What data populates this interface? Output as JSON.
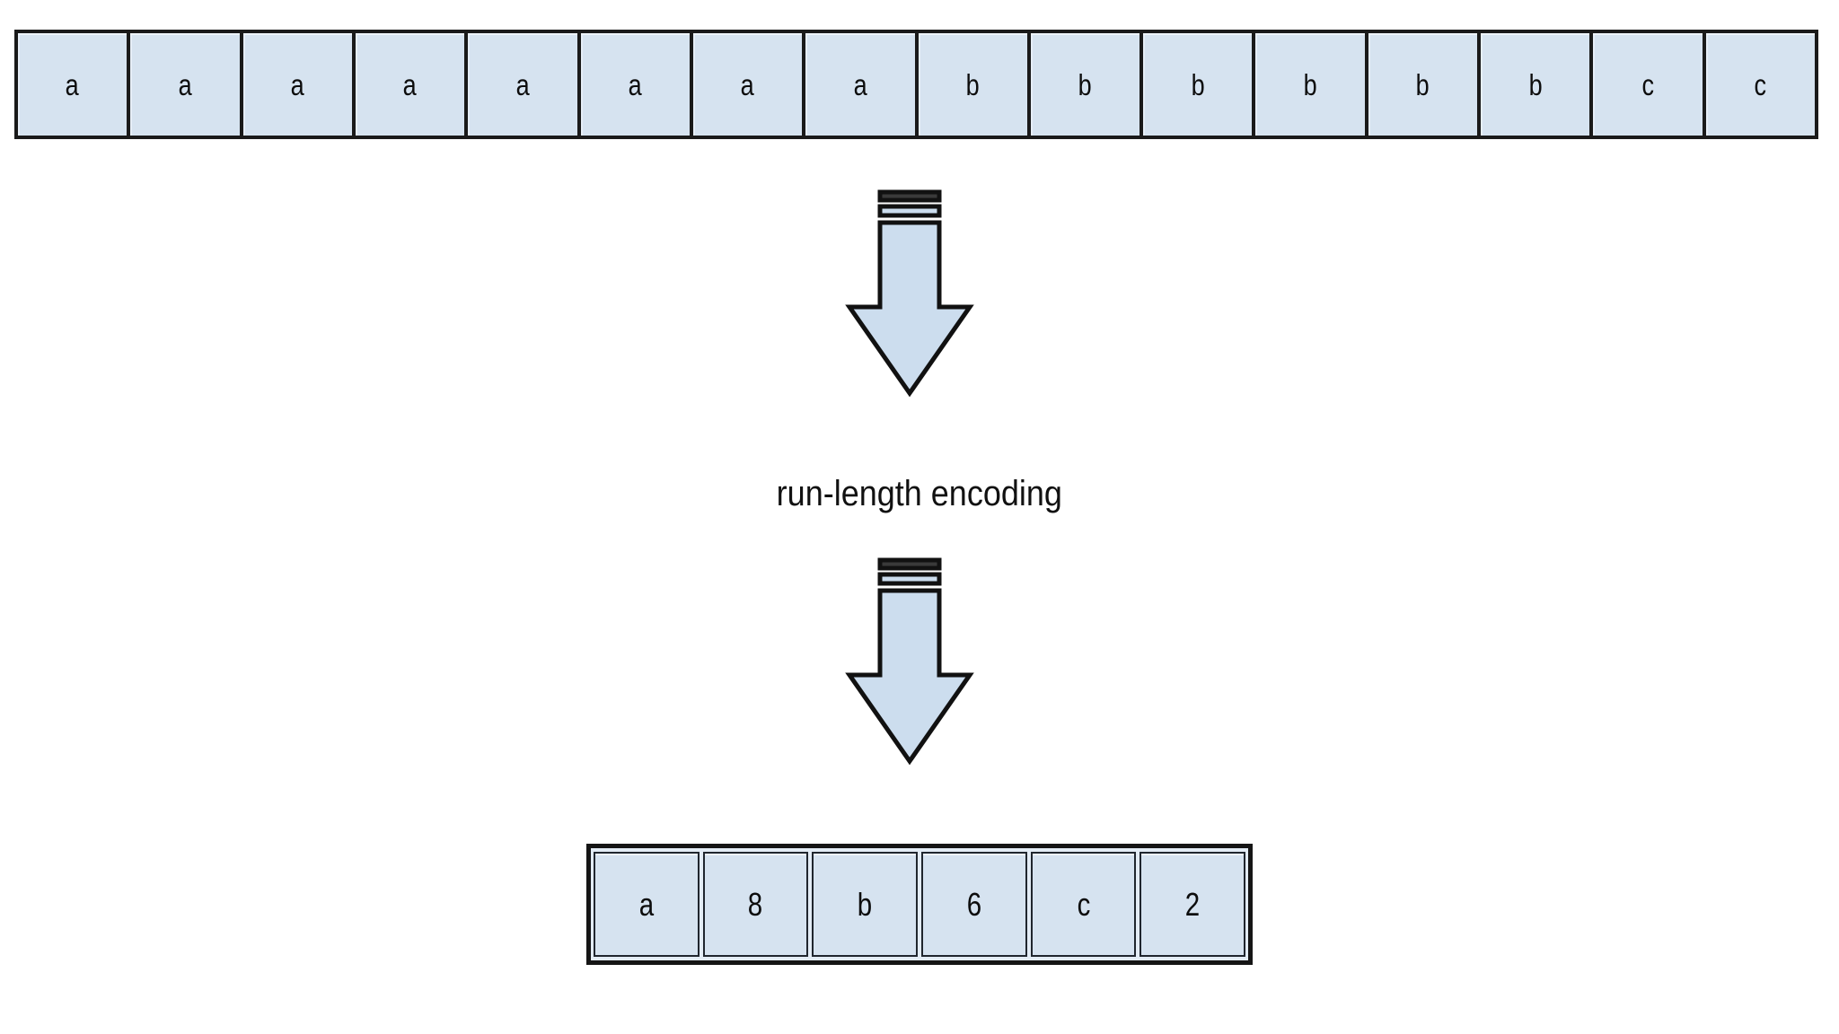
{
  "diagram": {
    "title": "run-length encoding",
    "process_label": "run-length encoding",
    "colors": {
      "cell_fill": "#d6e3f0",
      "cell_border": "#1a1a1a",
      "arrow_fill": "#ccddee",
      "arrow_border": "#111111",
      "text": "#0d0d0d",
      "background": "#ffffff"
    }
  },
  "input_sequence": {
    "name": "uncompressed-sequence",
    "cells": [
      {
        "value": "a"
      },
      {
        "value": "a"
      },
      {
        "value": "a"
      },
      {
        "value": "a"
      },
      {
        "value": "a"
      },
      {
        "value": "a"
      },
      {
        "value": "a"
      },
      {
        "value": "a"
      },
      {
        "value": "b"
      },
      {
        "value": "b"
      },
      {
        "value": "b"
      },
      {
        "value": "b"
      },
      {
        "value": "b"
      },
      {
        "value": "b"
      },
      {
        "value": "c"
      },
      {
        "value": "c"
      }
    ]
  },
  "arrows": [
    {
      "name": "arrow-down-top",
      "direction": "down"
    },
    {
      "name": "arrow-down-bottom",
      "direction": "down"
    }
  ],
  "output_sequence": {
    "name": "encoded-sequence",
    "cells": [
      {
        "value": "a"
      },
      {
        "value": "8"
      },
      {
        "value": "b"
      },
      {
        "value": "6"
      },
      {
        "value": "c"
      },
      {
        "value": "2"
      }
    ]
  },
  "runs": [
    {
      "symbol": "a",
      "count": 8
    },
    {
      "symbol": "b",
      "count": 6
    },
    {
      "symbol": "c",
      "count": 2
    }
  ]
}
